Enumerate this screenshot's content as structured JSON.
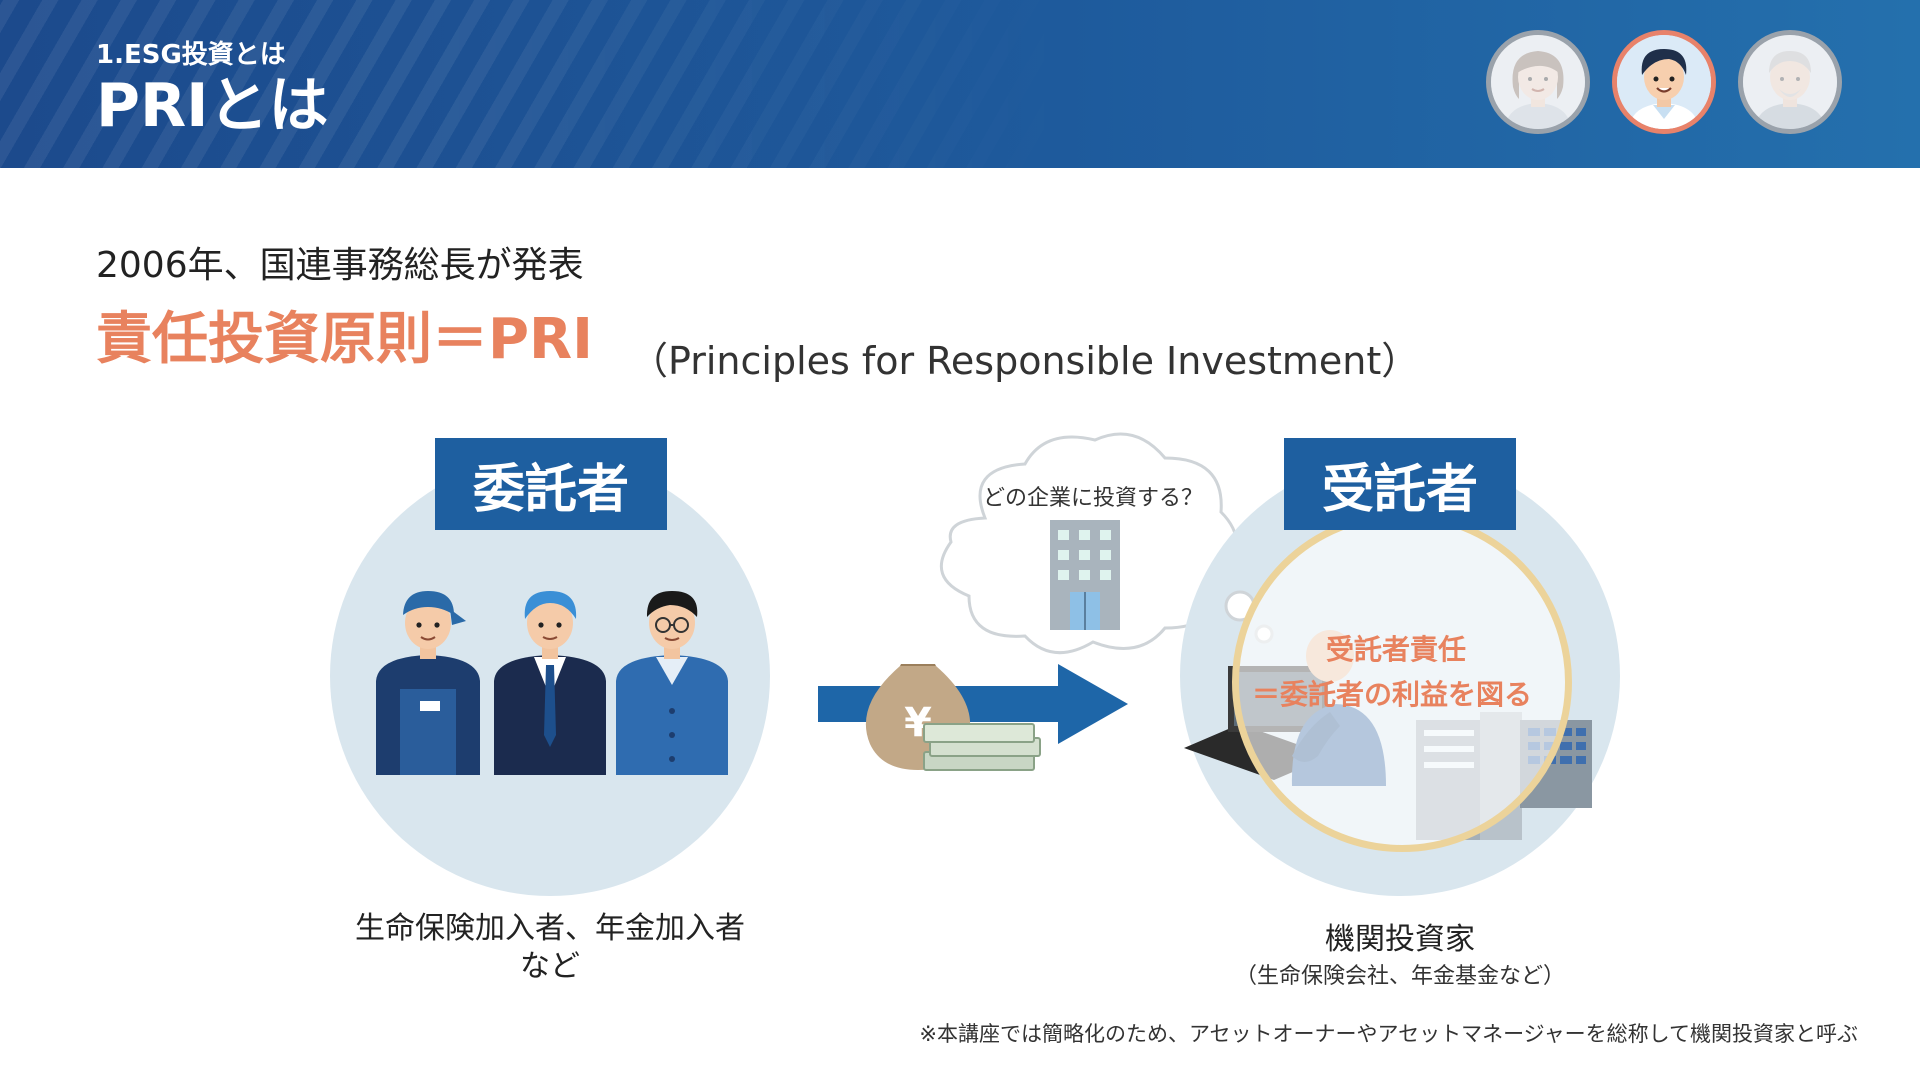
{
  "header": {
    "section": "1.ESG投資とは",
    "title": "PRIとは",
    "avatars": [
      {
        "name": "female-presenter",
        "icon": "person-female-icon",
        "active": false
      },
      {
        "name": "male-presenter",
        "icon": "person-male-icon",
        "active": true
      },
      {
        "name": "elder-presenter",
        "icon": "person-elder-icon",
        "active": false
      }
    ],
    "accent_color": "#e8825e",
    "brand_color": "#1e5fa0"
  },
  "intro": "2006年、国連事務総長が発表",
  "pri": {
    "title": "責任投資原則＝PRI",
    "subtitle": "（Principles for Responsible Investment）"
  },
  "diagram": {
    "left": {
      "label": "委託者",
      "caption_line1": "生命保険加入者、年金加入者",
      "caption_line2": "など",
      "icon": "three-people-icon"
    },
    "right": {
      "label": "受託者",
      "caption": "機関投資家",
      "caption_sub": "（生命保険会社、年金基金など）",
      "duty_line1": "受託者責任",
      "duty_line2": "＝委託者の利益を図る",
      "icon": "office-worker-icon"
    },
    "flow": {
      "thought": "どの企業に投資する？",
      "icons": [
        "money-bag-icon",
        "cash-stack-icon",
        "arrow-right-icon",
        "building-icon",
        "thought-cloud-icon"
      ]
    }
  },
  "footnote": "※本講座では簡略化のため、アセットオーナーやアセットマネージャーを総称して機関投資家と呼ぶ"
}
